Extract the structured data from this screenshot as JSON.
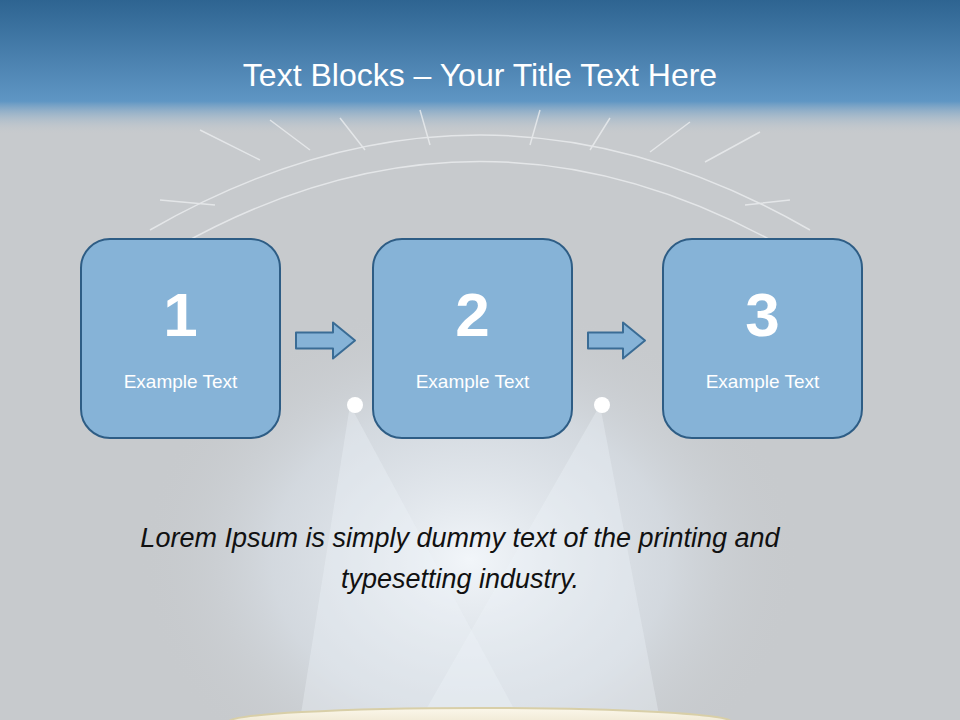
{
  "diagram": {
    "title": "Text Blocks – Your Title Text Here",
    "caption": "Lorem Ipsum is simply dummy text of the printing and typesetting industry.",
    "nodes": [
      {
        "text": [
          "1",
          "Example Text"
        ]
      },
      {
        "text": [
          "2",
          "Example Text"
        ]
      },
      {
        "text": [
          "3",
          "Example Text"
        ]
      }
    ],
    "edges": [
      {
        "from": 0,
        "to": 1,
        "arrow": "to"
      },
      {
        "from": 1,
        "to": 2,
        "arrow": "to"
      }
    ]
  }
}
